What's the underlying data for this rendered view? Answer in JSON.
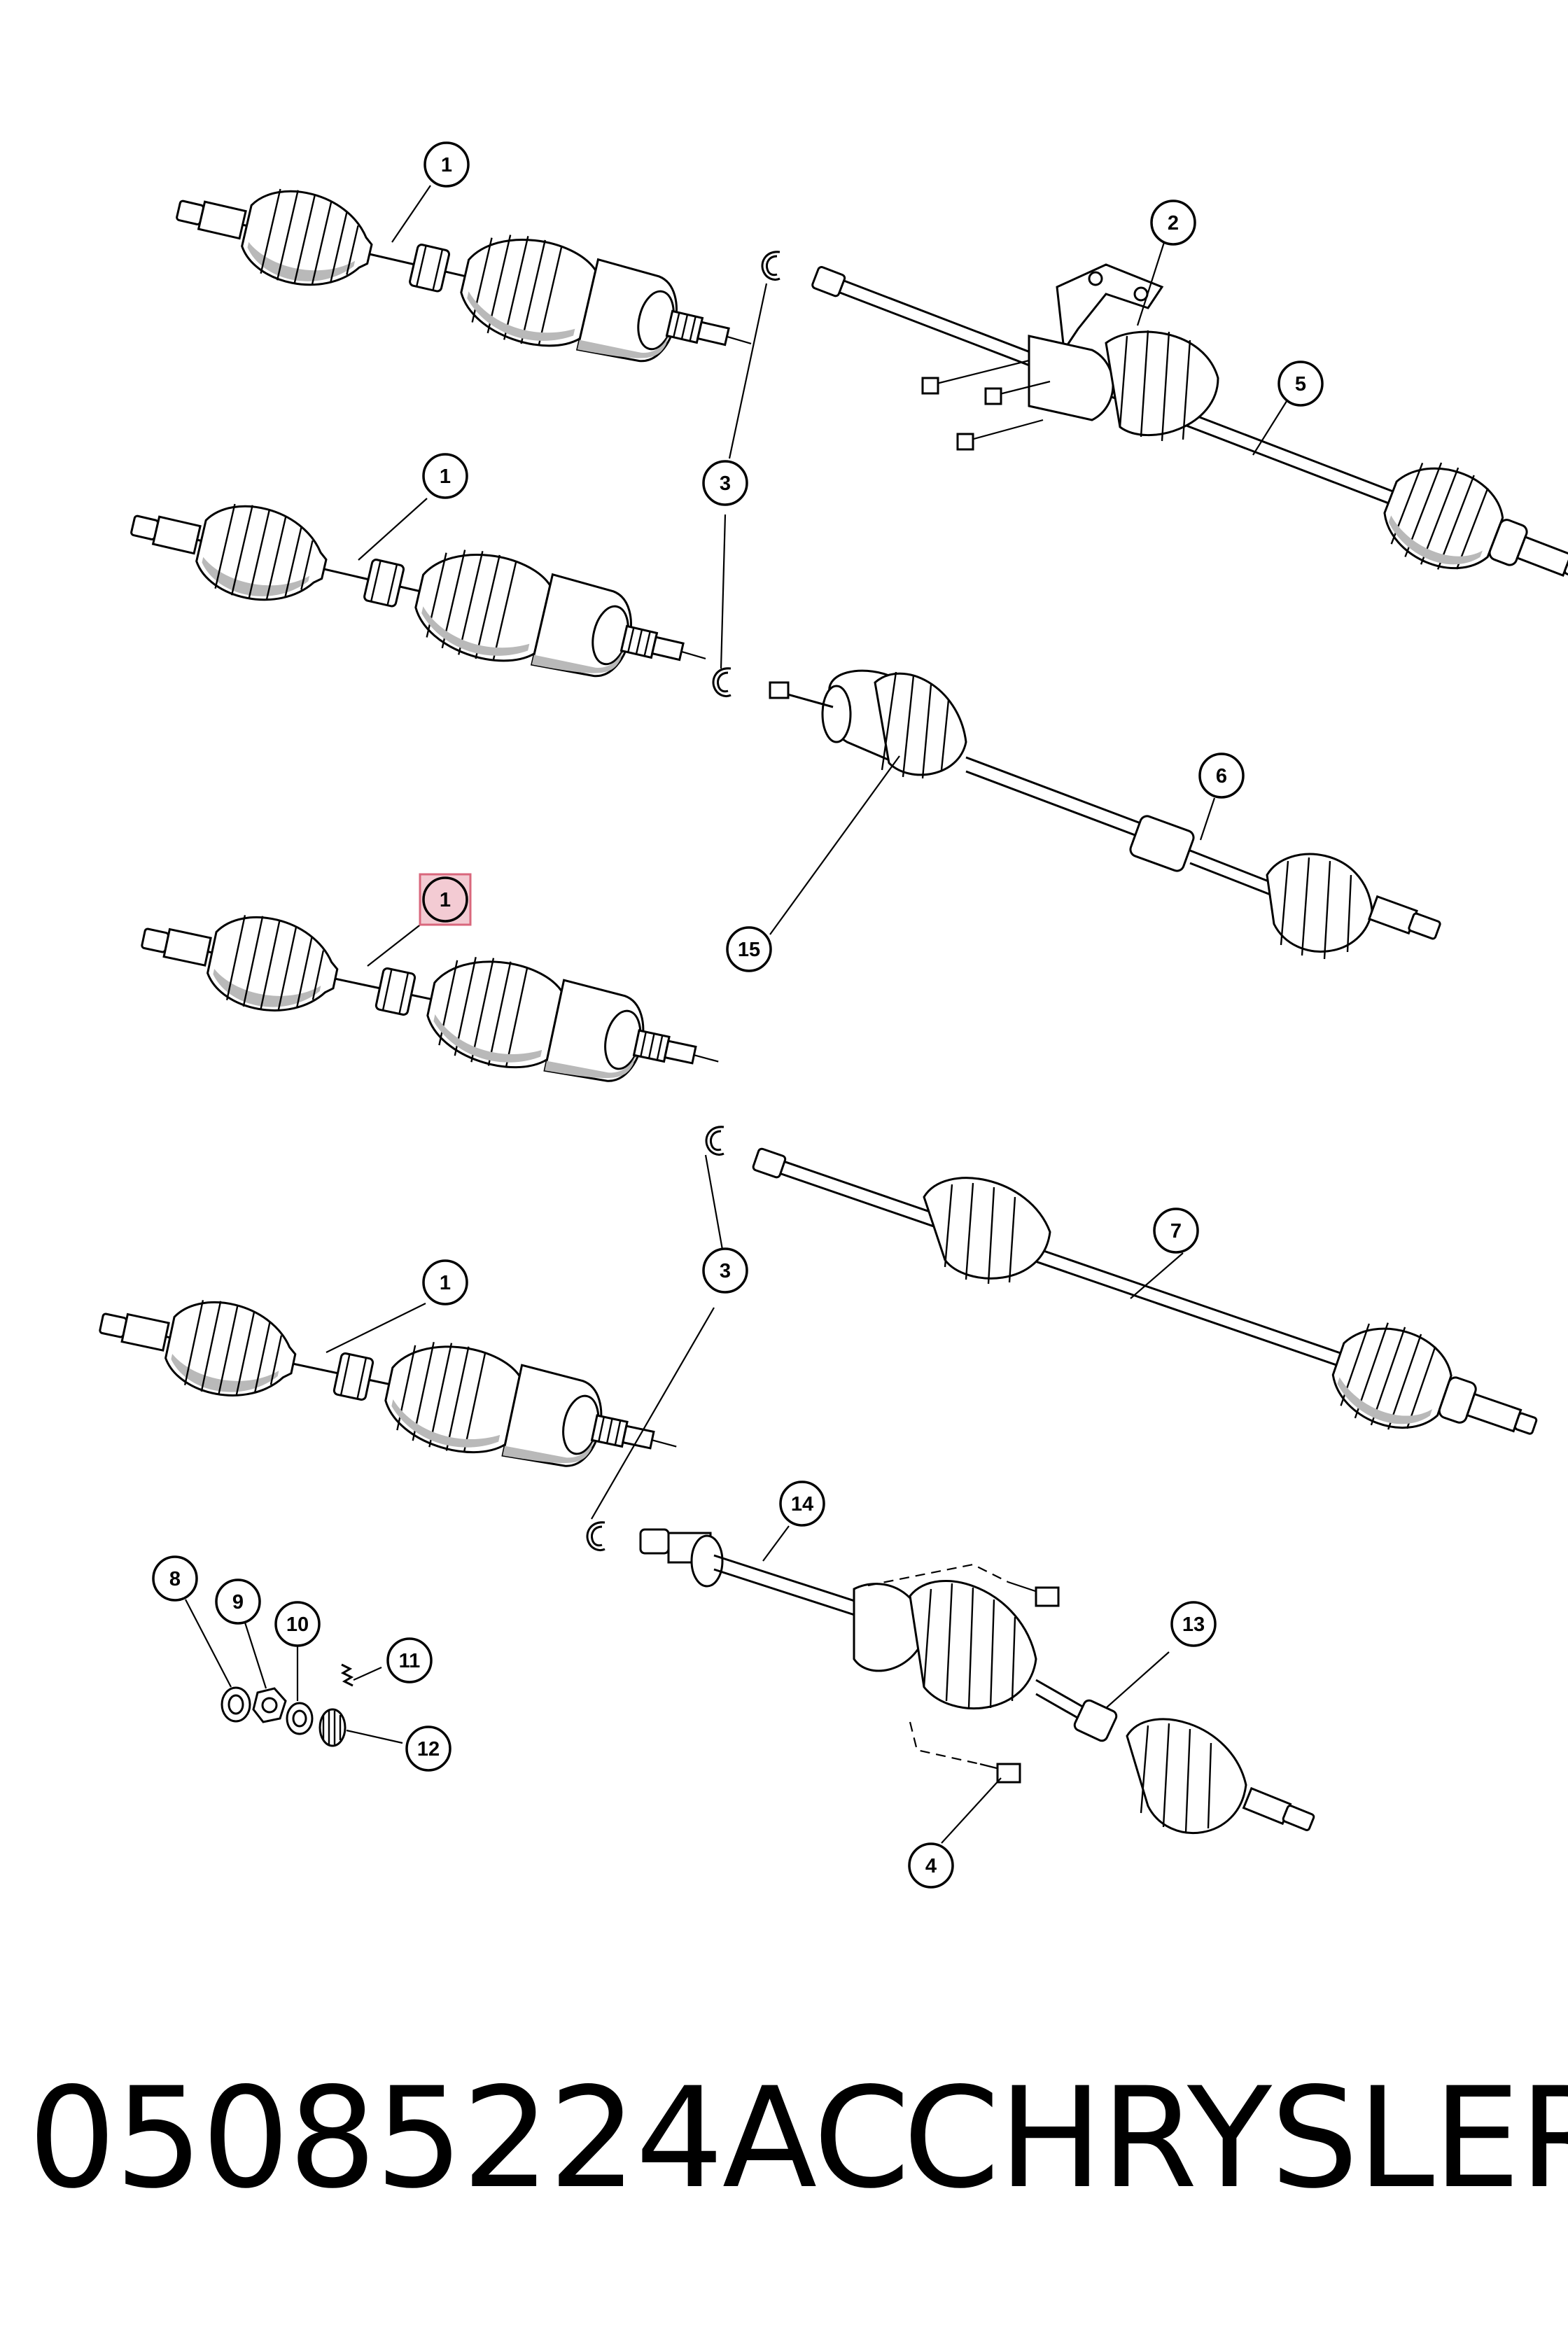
{
  "part_number": "05085224AC",
  "brand": "CHRYSLER",
  "highlighted_callout": "1",
  "callouts": [
    {
      "id": "c1a",
      "label": "1"
    },
    {
      "id": "c2",
      "label": "2"
    },
    {
      "id": "c5",
      "label": "5"
    },
    {
      "id": "c1b",
      "label": "1"
    },
    {
      "id": "c3a",
      "label": "3"
    },
    {
      "id": "c6",
      "label": "6"
    },
    {
      "id": "c15",
      "label": "15"
    },
    {
      "id": "c1c",
      "label": "1"
    },
    {
      "id": "c7",
      "label": "7"
    },
    {
      "id": "c3b",
      "label": "3"
    },
    {
      "id": "c1d",
      "label": "1"
    },
    {
      "id": "c14",
      "label": "14"
    },
    {
      "id": "c8",
      "label": "8"
    },
    {
      "id": "c9",
      "label": "9"
    },
    {
      "id": "c10",
      "label": "10"
    },
    {
      "id": "c11",
      "label": "11"
    },
    {
      "id": "c12",
      "label": "12"
    },
    {
      "id": "c13",
      "label": "13"
    },
    {
      "id": "c4",
      "label": "4"
    }
  ],
  "colors": {
    "line": "#000000",
    "highlight_fill": "#f3cbd3",
    "highlight_border": "#d9677c",
    "background": "#ffffff"
  }
}
